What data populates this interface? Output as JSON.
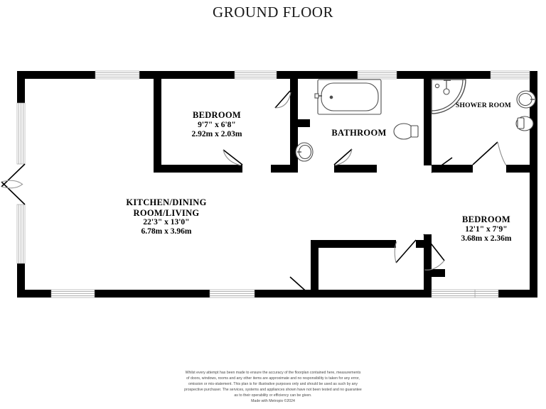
{
  "title": "GROUND FLOOR",
  "rooms": [
    {
      "id": "bedroom-1",
      "name": "BEDROOM",
      "dim_imperial": "9'7\"  x 6'8\"",
      "dim_metric": "2.92m  x 2.03m"
    },
    {
      "id": "kitchen-dining-living",
      "name_line1": "KITCHEN/DINING",
      "name_line2": "ROOM/LIVING",
      "dim_imperial": "22'3\"  x 13'0\"",
      "dim_metric": "6.78m  x 3.96m"
    },
    {
      "id": "bathroom",
      "name": "BATHROOM"
    },
    {
      "id": "shower-room",
      "name": "SHOWER ROOM"
    },
    {
      "id": "bedroom-2",
      "name": "BEDROOM",
      "dim_imperial": "12'1\"  x 7'9\"",
      "dim_metric": "3.68m  x 2.36m"
    }
  ],
  "fixtures": [
    "bathtub",
    "toilet",
    "washbasin",
    "quadrant-shower",
    "shower-toilet",
    "shower-washbasin"
  ],
  "footer": {
    "line1": "Whilst every attempt has been made to ensure the accuracy of the floorplan contained here, measurements",
    "line2": "of doors, windows, rooms and any other items are approximate and no responsibility is taken for any error,",
    "line3": "omission or mis-statement. This plan is for illustrative purposes only and should be used as such by any",
    "line4": "prospective purchaser. The services, systems and appliances shown have not been tested and no guarantee",
    "line5": "as to their operability or efficiency can be given.",
    "made_with": "Made with Metropix ©2024"
  },
  "colors": {
    "wall": "#000000",
    "fixture_stroke": "#4d4d4d",
    "window_line": "#b3b3b3",
    "text": "#000000",
    "footer_text": "#4a4a4a"
  }
}
